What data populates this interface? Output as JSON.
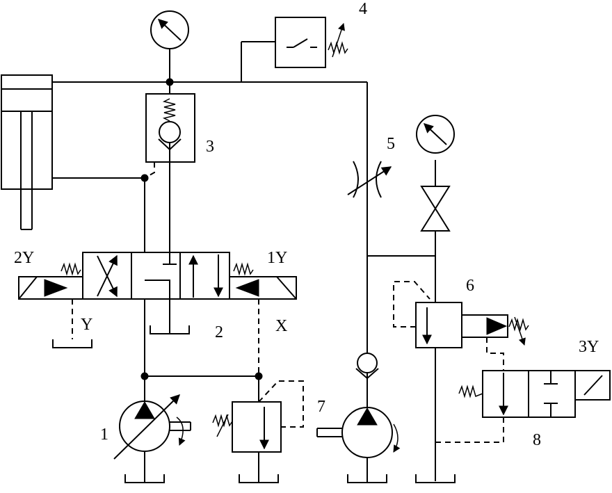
{
  "labels": {
    "pump_main": "1",
    "directional_valve": "2",
    "check_valve_pilot": "3",
    "pressure_switch": "4",
    "throttle": "5",
    "relief_valve_right": "6",
    "pump_aux": "7",
    "solenoid_valve": "8",
    "sol_left": "2Y",
    "sol_right": "1Y",
    "sol_valve8": "3Y",
    "port_x": "X",
    "port_y": "Y"
  }
}
